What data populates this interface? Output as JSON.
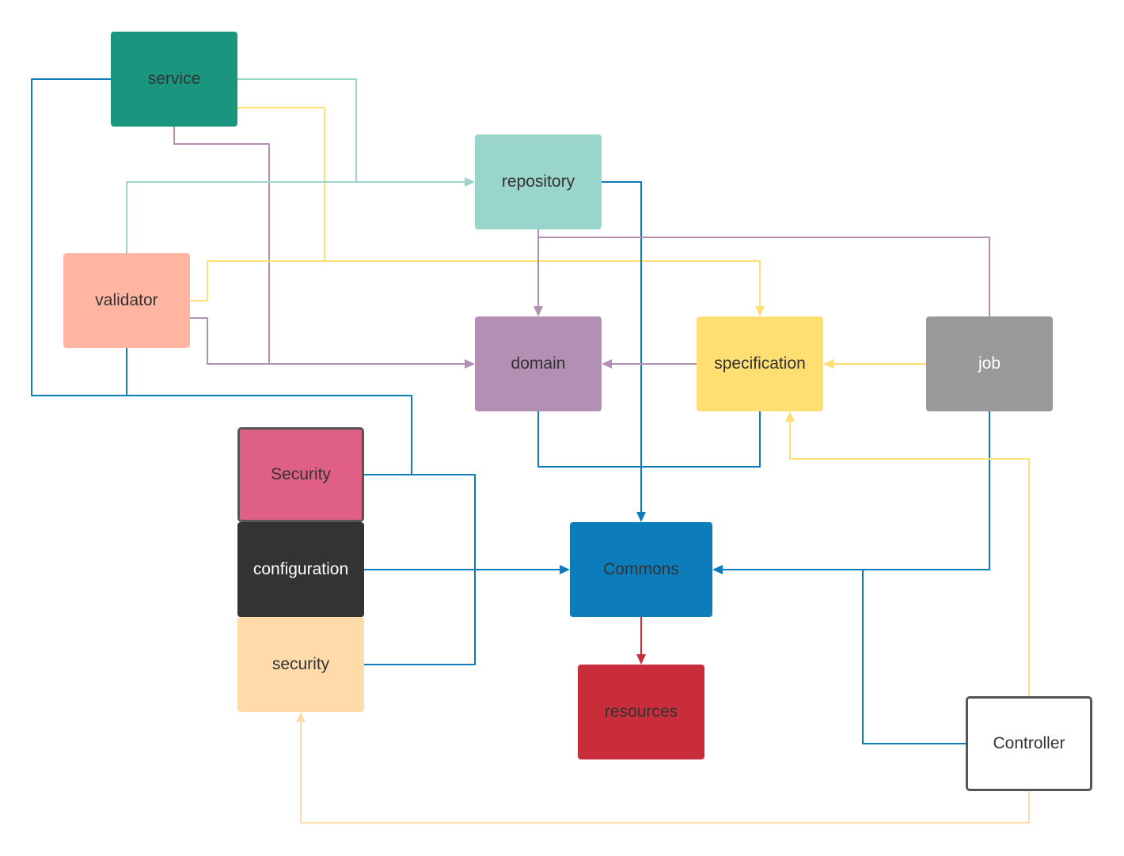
{
  "diagram": {
    "nodes": {
      "service": {
        "label": "service",
        "fill": "#19967d",
        "text_color": "#333333"
      },
      "repository": {
        "label": "repository",
        "fill": "#99d5ca",
        "text_color": "#333333"
      },
      "validator": {
        "label": "validator",
        "fill": "#ffb5a1",
        "text_color": "#333333"
      },
      "domain": {
        "label": "domain",
        "fill": "#b38fb3",
        "text_color": "#333333"
      },
      "specification": {
        "label": "specification",
        "fill": "#ffdf71",
        "text_color": "#333333"
      },
      "job": {
        "label": "job",
        "fill": "#999999",
        "text_color": "#ffffff"
      },
      "security_cap": {
        "label": "Security",
        "fill": "#e06085",
        "text_color": "#333333"
      },
      "configuration": {
        "label": "configuration",
        "fill": "#333333",
        "text_color": "#ffffff"
      },
      "security_low": {
        "label": "security",
        "fill": "#ffdba9",
        "text_color": "#333333"
      },
      "commons": {
        "label": "Commons",
        "fill": "#0c7cba",
        "text_color": "#333333"
      },
      "resources": {
        "label": "resources",
        "fill": "#c92d39",
        "text_color": "#333333"
      },
      "controller": {
        "label": "Controller",
        "fill": "#ffffff",
        "text_color": "#333333"
      }
    },
    "edge_colors": {
      "blue": "#0c7cba",
      "purple": "#b38fb3",
      "yellow": "#ffdf71",
      "teal": "#99d5ca",
      "red": "#c92d39",
      "peach": "#ffdba9"
    },
    "edges": [
      {
        "id": "edge-service-to-repository",
        "from": "service",
        "to": "repository",
        "color": "teal"
      },
      {
        "id": "edge-service-to-specification",
        "from": "service",
        "to": "specification",
        "color": "yellow"
      },
      {
        "id": "edge-service-to-domain",
        "from": "service",
        "to": "domain",
        "color": "purple"
      },
      {
        "id": "edge-service-to-commons",
        "from": "service",
        "to": "commons",
        "color": "blue"
      },
      {
        "id": "edge-validator-to-repository",
        "from": "validator",
        "to": "repository",
        "color": "teal"
      },
      {
        "id": "edge-validator-to-specification",
        "from": "validator",
        "to": "specification",
        "color": "yellow"
      },
      {
        "id": "edge-validator-to-domain",
        "from": "validator",
        "to": "domain",
        "color": "purple"
      },
      {
        "id": "edge-validator-to-commons",
        "from": "validator",
        "to": "commons",
        "color": "blue"
      },
      {
        "id": "edge-repository-to-domain",
        "from": "repository",
        "to": "domain",
        "color": "purple"
      },
      {
        "id": "edge-repository-to-commons",
        "from": "repository",
        "to": "commons",
        "color": "blue"
      },
      {
        "id": "edge-job-to-domain",
        "from": "job",
        "to": "domain",
        "color": "purple"
      },
      {
        "id": "edge-job-to-specification",
        "from": "job",
        "to": "specification",
        "color": "yellow"
      },
      {
        "id": "edge-job-to-commons",
        "from": "job",
        "to": "commons",
        "color": "blue"
      },
      {
        "id": "edge-specification-to-domain",
        "from": "specification",
        "to": "domain",
        "color": "purple"
      },
      {
        "id": "edge-domain-to-commons",
        "from": "domain",
        "to": "commons",
        "color": "blue"
      },
      {
        "id": "edge-specification-to-commons",
        "from": "specification",
        "to": "commons",
        "color": "blue"
      },
      {
        "id": "edge-security-cap-to-commons",
        "from": "security_cap",
        "to": "commons",
        "color": "blue"
      },
      {
        "id": "edge-configuration-to-commons",
        "from": "configuration",
        "to": "commons",
        "color": "blue"
      },
      {
        "id": "edge-security-low-to-commons",
        "from": "security_low",
        "to": "commons",
        "color": "blue"
      },
      {
        "id": "edge-commons-to-resources",
        "from": "commons",
        "to": "resources",
        "color": "red"
      },
      {
        "id": "edge-controller-to-commons",
        "from": "controller",
        "to": "commons",
        "color": "blue"
      },
      {
        "id": "edge-controller-to-specification",
        "from": "controller",
        "to": "specification",
        "color": "yellow"
      },
      {
        "id": "edge-controller-to-security-low",
        "from": "controller",
        "to": "security_low",
        "color": "peach"
      }
    ]
  }
}
